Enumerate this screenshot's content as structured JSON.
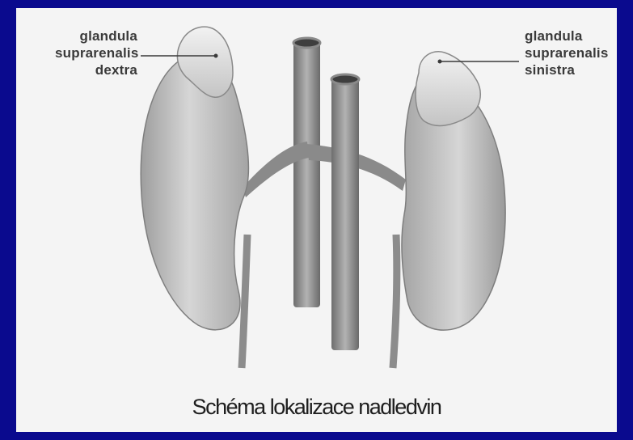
{
  "labels": {
    "right_gland": [
      "glandula",
      "suprarenalis",
      "dextra"
    ],
    "left_gland": [
      "glandula",
      "suprarenalis",
      "sinistra"
    ]
  },
  "caption": "Schéma lokalizace nadledvin",
  "colors": {
    "border": "#0a0a8e",
    "background": "#f4f4f4",
    "organ": "#bdbdbd",
    "vessel": "#8c8c8c",
    "text": "#3a3a3a"
  }
}
